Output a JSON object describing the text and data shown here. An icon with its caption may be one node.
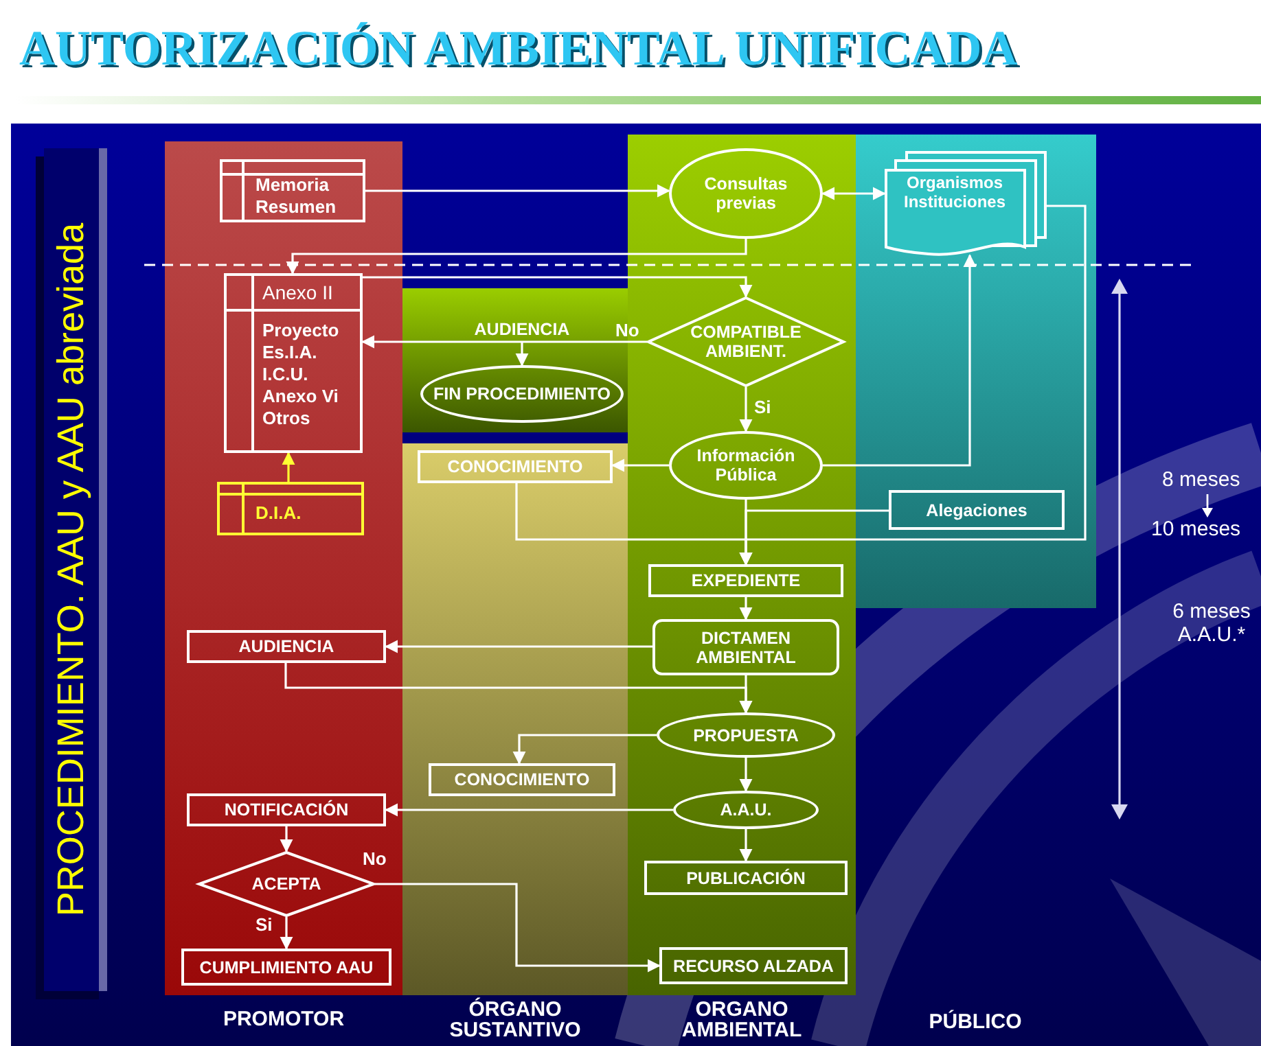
{
  "diagram": {
    "title": "AUTORIZACIÓN AMBIENTAL UNIFICADA",
    "nodes": [
      {
        "text": [
          "PROMOTOR"
        ]
      },
      {
        "text": [
          "Memoria Resumen"
        ],
        "in": 0
      },
      {
        "text": [
          "Anexo II",
          "Proyecto Es.I.A. I.C.U. Anexo Vi Otros"
        ],
        "in": 0
      },
      {
        "text": [
          "D.I.A."
        ],
        "in": 0
      },
      {
        "text": [
          "AUDIENCIA"
        ],
        "in": 0
      },
      {
        "text": [
          "NOTIFICACIÓN"
        ],
        "in": 0
      },
      {
        "text": [
          "ACEPTA"
        ],
        "in": 0
      },
      {
        "text": [
          "CUMPLIMIENTO AAU"
        ],
        "in": 0
      },
      {
        "text": [
          "ÓRGANO SUSTANTIVO"
        ]
      },
      {
        "text": [
          "CONOCIMIENTO"
        ],
        "in": 8
      },
      {
        "text": [
          "CONOCIMIENTO"
        ],
        "in": 8
      },
      {
        "text": [],
        "shape": "box"
      },
      {
        "text": [
          "AUDIENCIA"
        ],
        "in": 11
      },
      {
        "text": [
          "FIN PROCEDIMIENTO"
        ],
        "in": 11
      },
      {
        "text": [
          "ORGANO AMBIENTAL"
        ]
      },
      {
        "text": [
          "Consultas previas"
        ],
        "in": 14
      },
      {
        "text": [
          "COMPATIBLE AMBIENT."
        ],
        "in": 14
      },
      {
        "text": [
          "Información Pública"
        ],
        "in": 14
      },
      {
        "text": [
          "EXPEDIENTE"
        ],
        "in": 14
      },
      {
        "text": [
          "DICTAMEN AMBIENTAL"
        ],
        "in": 14
      },
      {
        "text": [
          "PROPUESTA"
        ],
        "in": 14
      },
      {
        "text": [
          "A.A.U."
        ],
        "in": 14
      },
      {
        "text": [
          "PUBLICACIÓN"
        ],
        "in": 14
      },
      {
        "text": [
          "RECURSO ALZADA"
        ],
        "in": 14
      },
      {
        "text": [],
        "shape": "box"
      },
      {
        "text": [
          "Organismos Instituciones"
        ],
        "in": 24
      },
      {
        "text": [
          "Alegaciones"
        ],
        "in": 24
      }
    ],
    "edges": [
      {
        "from": 1,
        "to": 15,
        "arrow": "to"
      },
      {
        "from": 15,
        "to": 25,
        "arrow": "both"
      },
      {
        "from": 15,
        "to": 2,
        "arrow": "to"
      },
      {
        "from": 2,
        "to": 16,
        "arrow": "to"
      },
      {
        "from": 16,
        "to": 2,
        "arrow": "to",
        "label": "No"
      },
      {
        "from": 12,
        "to": 13,
        "arrow": "to"
      },
      {
        "from": 16,
        "to": 17,
        "arrow": "to",
        "label": "Si"
      },
      {
        "from": 17,
        "to": 9,
        "arrow": "to"
      },
      {
        "from": 17,
        "to": 25,
        "arrow": "to"
      },
      {
        "from": 9,
        "to": 18,
        "arrow": "to"
      },
      {
        "from": 17,
        "to": 18,
        "arrow": "to"
      },
      {
        "from": 26,
        "to": 18,
        "arrow": "to"
      },
      {
        "from": 25,
        "to": 18,
        "arrow": "to"
      },
      {
        "from": 18,
        "to": 19,
        "arrow": "to"
      },
      {
        "from": 19,
        "to": 4,
        "arrow": "to"
      },
      {
        "from": 4,
        "to": 20,
        "arrow": "to"
      },
      {
        "from": 19,
        "to": 20,
        "arrow": "to"
      },
      {
        "from": 20,
        "to": 10,
        "arrow": "to"
      },
      {
        "from": 20,
        "to": 21,
        "arrow": "to"
      },
      {
        "from": 21,
        "to": 5,
        "arrow": "to"
      },
      {
        "from": 21,
        "to": 22,
        "arrow": "to"
      },
      {
        "from": 5,
        "to": 6,
        "arrow": "to"
      },
      {
        "from": 6,
        "to": 7,
        "arrow": "to",
        "label": "Si"
      },
      {
        "from": 6,
        "to": 23,
        "arrow": "to",
        "label": "No"
      },
      {
        "from": 3,
        "to": 2,
        "arrow": "to",
        "color": "#ffff33"
      }
    ],
    "labels": [
      "PROCEDIMIENTO. AAU y AAU abreviada",
      "8 meses",
      "10 meses",
      "6 meses A.A.U.*",
      "PÚBLICO"
    ]
  }
}
